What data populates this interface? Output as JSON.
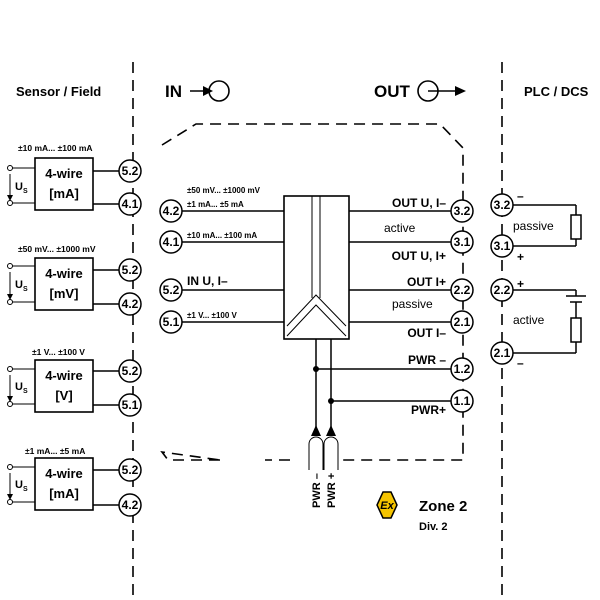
{
  "headers": {
    "sensor": "Sensor / Field",
    "in": "IN",
    "out": "OUT",
    "plc": "PLC / DCS"
  },
  "sensors": [
    {
      "range": "±10 mA... ±100 mA",
      "title": "4-wire",
      "unit": "[mA]",
      "supply": "U",
      "supply_sub": "S",
      "top_terminal": "5.2",
      "bottom_terminal": "4.1"
    },
    {
      "range": "±50 mV... ±1000 mV",
      "title": "4-wire",
      "unit": "[mV]",
      "supply": "U",
      "supply_sub": "S",
      "top_terminal": "5.2",
      "bottom_terminal": "4.2"
    },
    {
      "range": "±1 V... ±100 V",
      "title": "4-wire",
      "unit": "[V]",
      "supply": "U",
      "supply_sub": "S",
      "top_terminal": "5.2",
      "bottom_terminal": "5.1"
    },
    {
      "range": "±1 mA... ±5 mA",
      "title": "4-wire",
      "unit": "[mA]",
      "supply": "U",
      "supply_sub": "S",
      "top_terminal": "5.2",
      "bottom_terminal": "4.2"
    }
  ],
  "input_terminals": [
    {
      "id": "4.2",
      "label1": "±50 mV... ±1000 mV",
      "label2": "±1 mA... ±5 mA"
    },
    {
      "id": "4.1",
      "label1": "±10 mA... ±100 mA",
      "label2": ""
    },
    {
      "id": "5.2",
      "label1": "IN U, I–",
      "label2": ""
    },
    {
      "id": "5.1",
      "label1": "±1 V... ±100 V",
      "label2": ""
    }
  ],
  "output_terminals": [
    {
      "id": "3.2",
      "label": "OUT U, I–"
    },
    {
      "id": "3.1",
      "label": "OUT U, I+"
    },
    {
      "id": "2.2",
      "label": "OUT I+"
    },
    {
      "id": "2.1",
      "label": "OUT I–"
    },
    {
      "id": "1.2",
      "label": "PWR –"
    },
    {
      "id": "1.1",
      "label": "PWR+"
    }
  ],
  "output_modes": {
    "active": "active",
    "passive": "passive"
  },
  "plc_terminals": [
    {
      "id": "3.2",
      "polarity": "–"
    },
    {
      "id": "3.1",
      "polarity": "+"
    },
    {
      "id": "2.2",
      "polarity": "+"
    },
    {
      "id": "2.1",
      "polarity": "–"
    }
  ],
  "plc_modes": {
    "passive": "passive",
    "active": "active"
  },
  "power_labels": {
    "minus": "PWR –",
    "plus": "PWR +"
  },
  "ex_mark": {
    "symbol": "Ex",
    "zone": "Zone 2",
    "division": "Div. 2"
  },
  "colors": {
    "ex_yellow": "#f5c400",
    "line": "#000000"
  }
}
